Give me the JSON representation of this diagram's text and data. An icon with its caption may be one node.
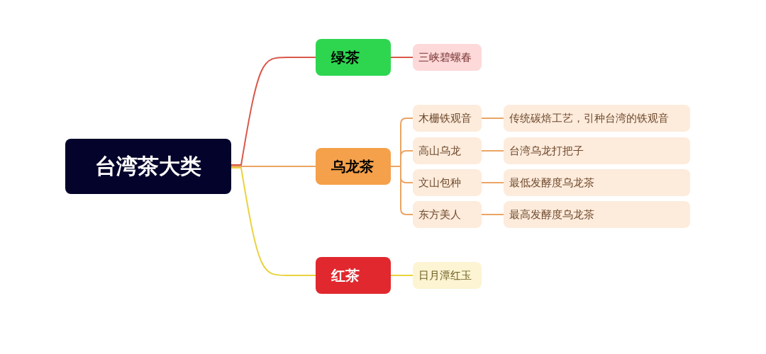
{
  "diagram": {
    "nodes": [
      {
        "text": [
          "台湾茶大类"
        ]
      },
      {
        "text": [
          "绿茶"
        ]
      },
      {
        "text": [
          "三峡碧螺春"
        ]
      },
      {
        "text": [
          "乌龙茶"
        ]
      },
      {
        "text": [
          "木栅铁观音"
        ]
      },
      {
        "text": [
          "传统碳焙工艺，引种台湾的铁观音"
        ]
      },
      {
        "text": [
          "高山乌龙"
        ]
      },
      {
        "text": [
          "台湾乌龙打把子"
        ]
      },
      {
        "text": [
          "文山包种"
        ]
      },
      {
        "text": [
          "最低发酵度乌龙茶"
        ]
      },
      {
        "text": [
          "东方美人"
        ]
      },
      {
        "text": [
          "最高发酵度乌龙茶"
        ]
      },
      {
        "text": [
          "红茶"
        ]
      },
      {
        "text": [
          "日月潭红玉"
        ]
      }
    ],
    "edges": [
      {
        "from": 0,
        "to": 1,
        "arrow": "none",
        "color": "#d9574a"
      },
      {
        "from": 1,
        "to": 2,
        "arrow": "none",
        "color": "#d9574a"
      },
      {
        "from": 0,
        "to": 3,
        "arrow": "none"
      },
      {
        "from": 3,
        "to": 4,
        "arrow": "none"
      },
      {
        "from": 4,
        "to": 5,
        "arrow": "none"
      },
      {
        "from": 3,
        "to": 6,
        "arrow": "none"
      },
      {
        "from": 6,
        "to": 7,
        "arrow": "none"
      },
      {
        "from": 3,
        "to": 8,
        "arrow": "none"
      },
      {
        "from": 8,
        "to": 9,
        "arrow": "none"
      },
      {
        "from": 3,
        "to": 10,
        "arrow": "none"
      },
      {
        "from": 10,
        "to": 11,
        "arrow": "none"
      },
      {
        "from": 0,
        "to": 12,
        "arrow": "none",
        "color": "#e9d23e"
      },
      {
        "from": 12,
        "to": 13,
        "arrow": "none",
        "color": "#e9d23e"
      }
    ]
  }
}
